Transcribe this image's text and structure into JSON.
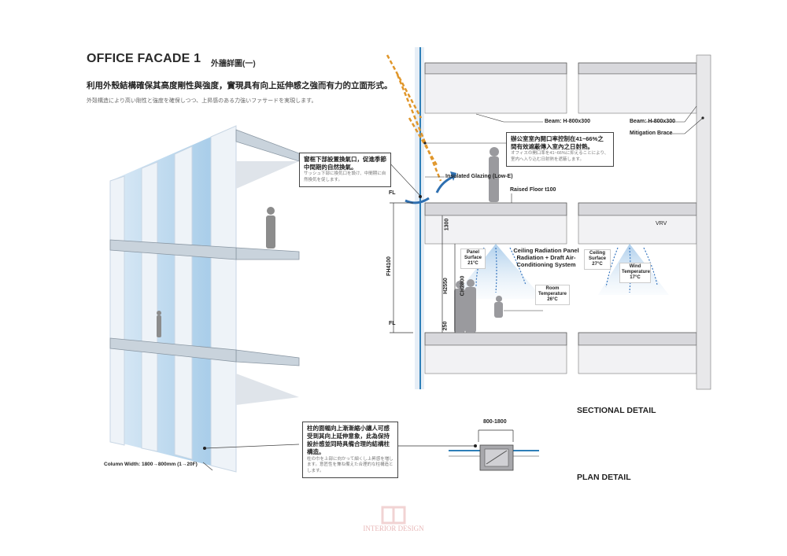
{
  "header": {
    "title": "OFFICE FACADE 1",
    "title_zh": "外牆詳圖(一)",
    "subtitle_zh": "利用外殼結構確保其高度剛性與強度，實現具有向上延伸感之強而有力的立面形式。",
    "subtitle_ja": "外殻構造により高い剛性と強度を確保しつつ、上昇感のある力強いファサードを実現します。"
  },
  "facade": {
    "column_width_label": "Column Width: 1800→800mm (1→20F)"
  },
  "notes": {
    "vent": {
      "zh": "窗框下部設置換氣口，促進季節中間期的自然換氣。",
      "ja": "サッシュ下部に換気口を設け、中間期に自然換気を促します。"
    },
    "opening": {
      "zh": "辦公室室內開口率控制在41~66%之間有效遮蔽傳入室內之日射熱。",
      "ja": "オフィスの開口率を41~66%に抑えることにより、室内へ入り込む日射熱を遮蔽します。"
    },
    "column": {
      "zh": "柱的面幅向上漸漸縮小讓人可感受到其向上延伸意象，此為保持設計感並同時具備合理的結構柱構造。",
      "ja": "柱の巾を上部に向かって細くし上昇感を増します。意匠性を兼ね備えた合理的な柱構造とします。"
    }
  },
  "section": {
    "title": "SECTIONAL DETAIL",
    "beam_left": "Beam: H-800x300",
    "beam_right": "Beam: H-800x300",
    "mitigation": "Mitigation Brace",
    "glazing": "Insulated Glazing (Low-E)",
    "raised_floor": "Raised Floor t100",
    "vrv": "VRV",
    "fl_top": "FL",
    "fl_bottom": "FL",
    "dim_fh": "FH4100",
    "dim_1300": "1300",
    "dim_h": "H2550",
    "dim_ch": "CH2800",
    "dim_250": "250",
    "ceiling_system": "Ceiling Radiation Panel Radiation + Draft Air-Conditioning System",
    "panel_surface": "Panel Surface 21°C",
    "room_temp": "Room Temperature 26°C",
    "ceiling_surface": "Ceiling Surface 27°C",
    "wind_temp": "Wind Temperature 17°C"
  },
  "plan": {
    "title": "PLAN DETAIL",
    "dim": "800-1800"
  },
  "watermark": {
    "text": "INTERIOR DESIGN"
  },
  "colors": {
    "glass": "#2e7fb8",
    "sun": "#e0962a",
    "air": "#3a78c0",
    "haze": "#bcd8ef"
  }
}
